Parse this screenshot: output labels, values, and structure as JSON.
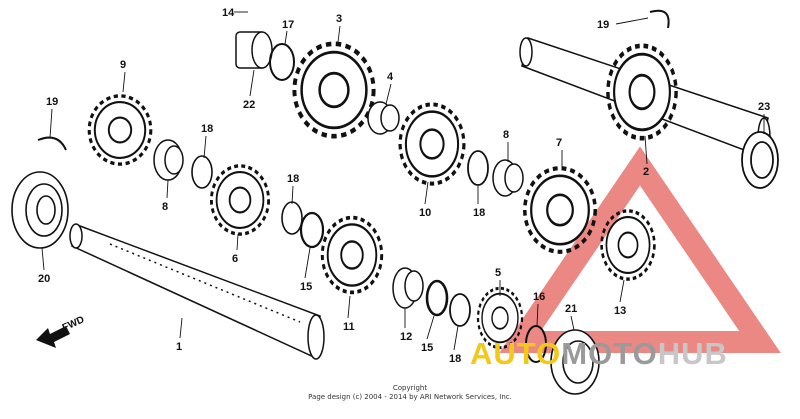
{
  "diagram": {
    "fwd_label": "FWD",
    "copyright_line1": "Copyright",
    "copyright_line2": "Page design (c) 2004 - 2014 by ARI Network Services, Inc.",
    "watermark": {
      "part1": "AUTO",
      "part2": "MOTO",
      "part3": "HUB",
      "color_accent": "#f2c81a",
      "color_triangle": "#e8736e"
    },
    "callouts": [
      "14",
      "17",
      "3",
      "19",
      "9",
      "22",
      "4",
      "19",
      "18",
      "8",
      "10",
      "7",
      "2",
      "23",
      "18",
      "6",
      "8",
      "20",
      "18",
      "15",
      "11",
      "12",
      "15",
      "5",
      "16",
      "21",
      "13",
      "1",
      "18"
    ]
  }
}
